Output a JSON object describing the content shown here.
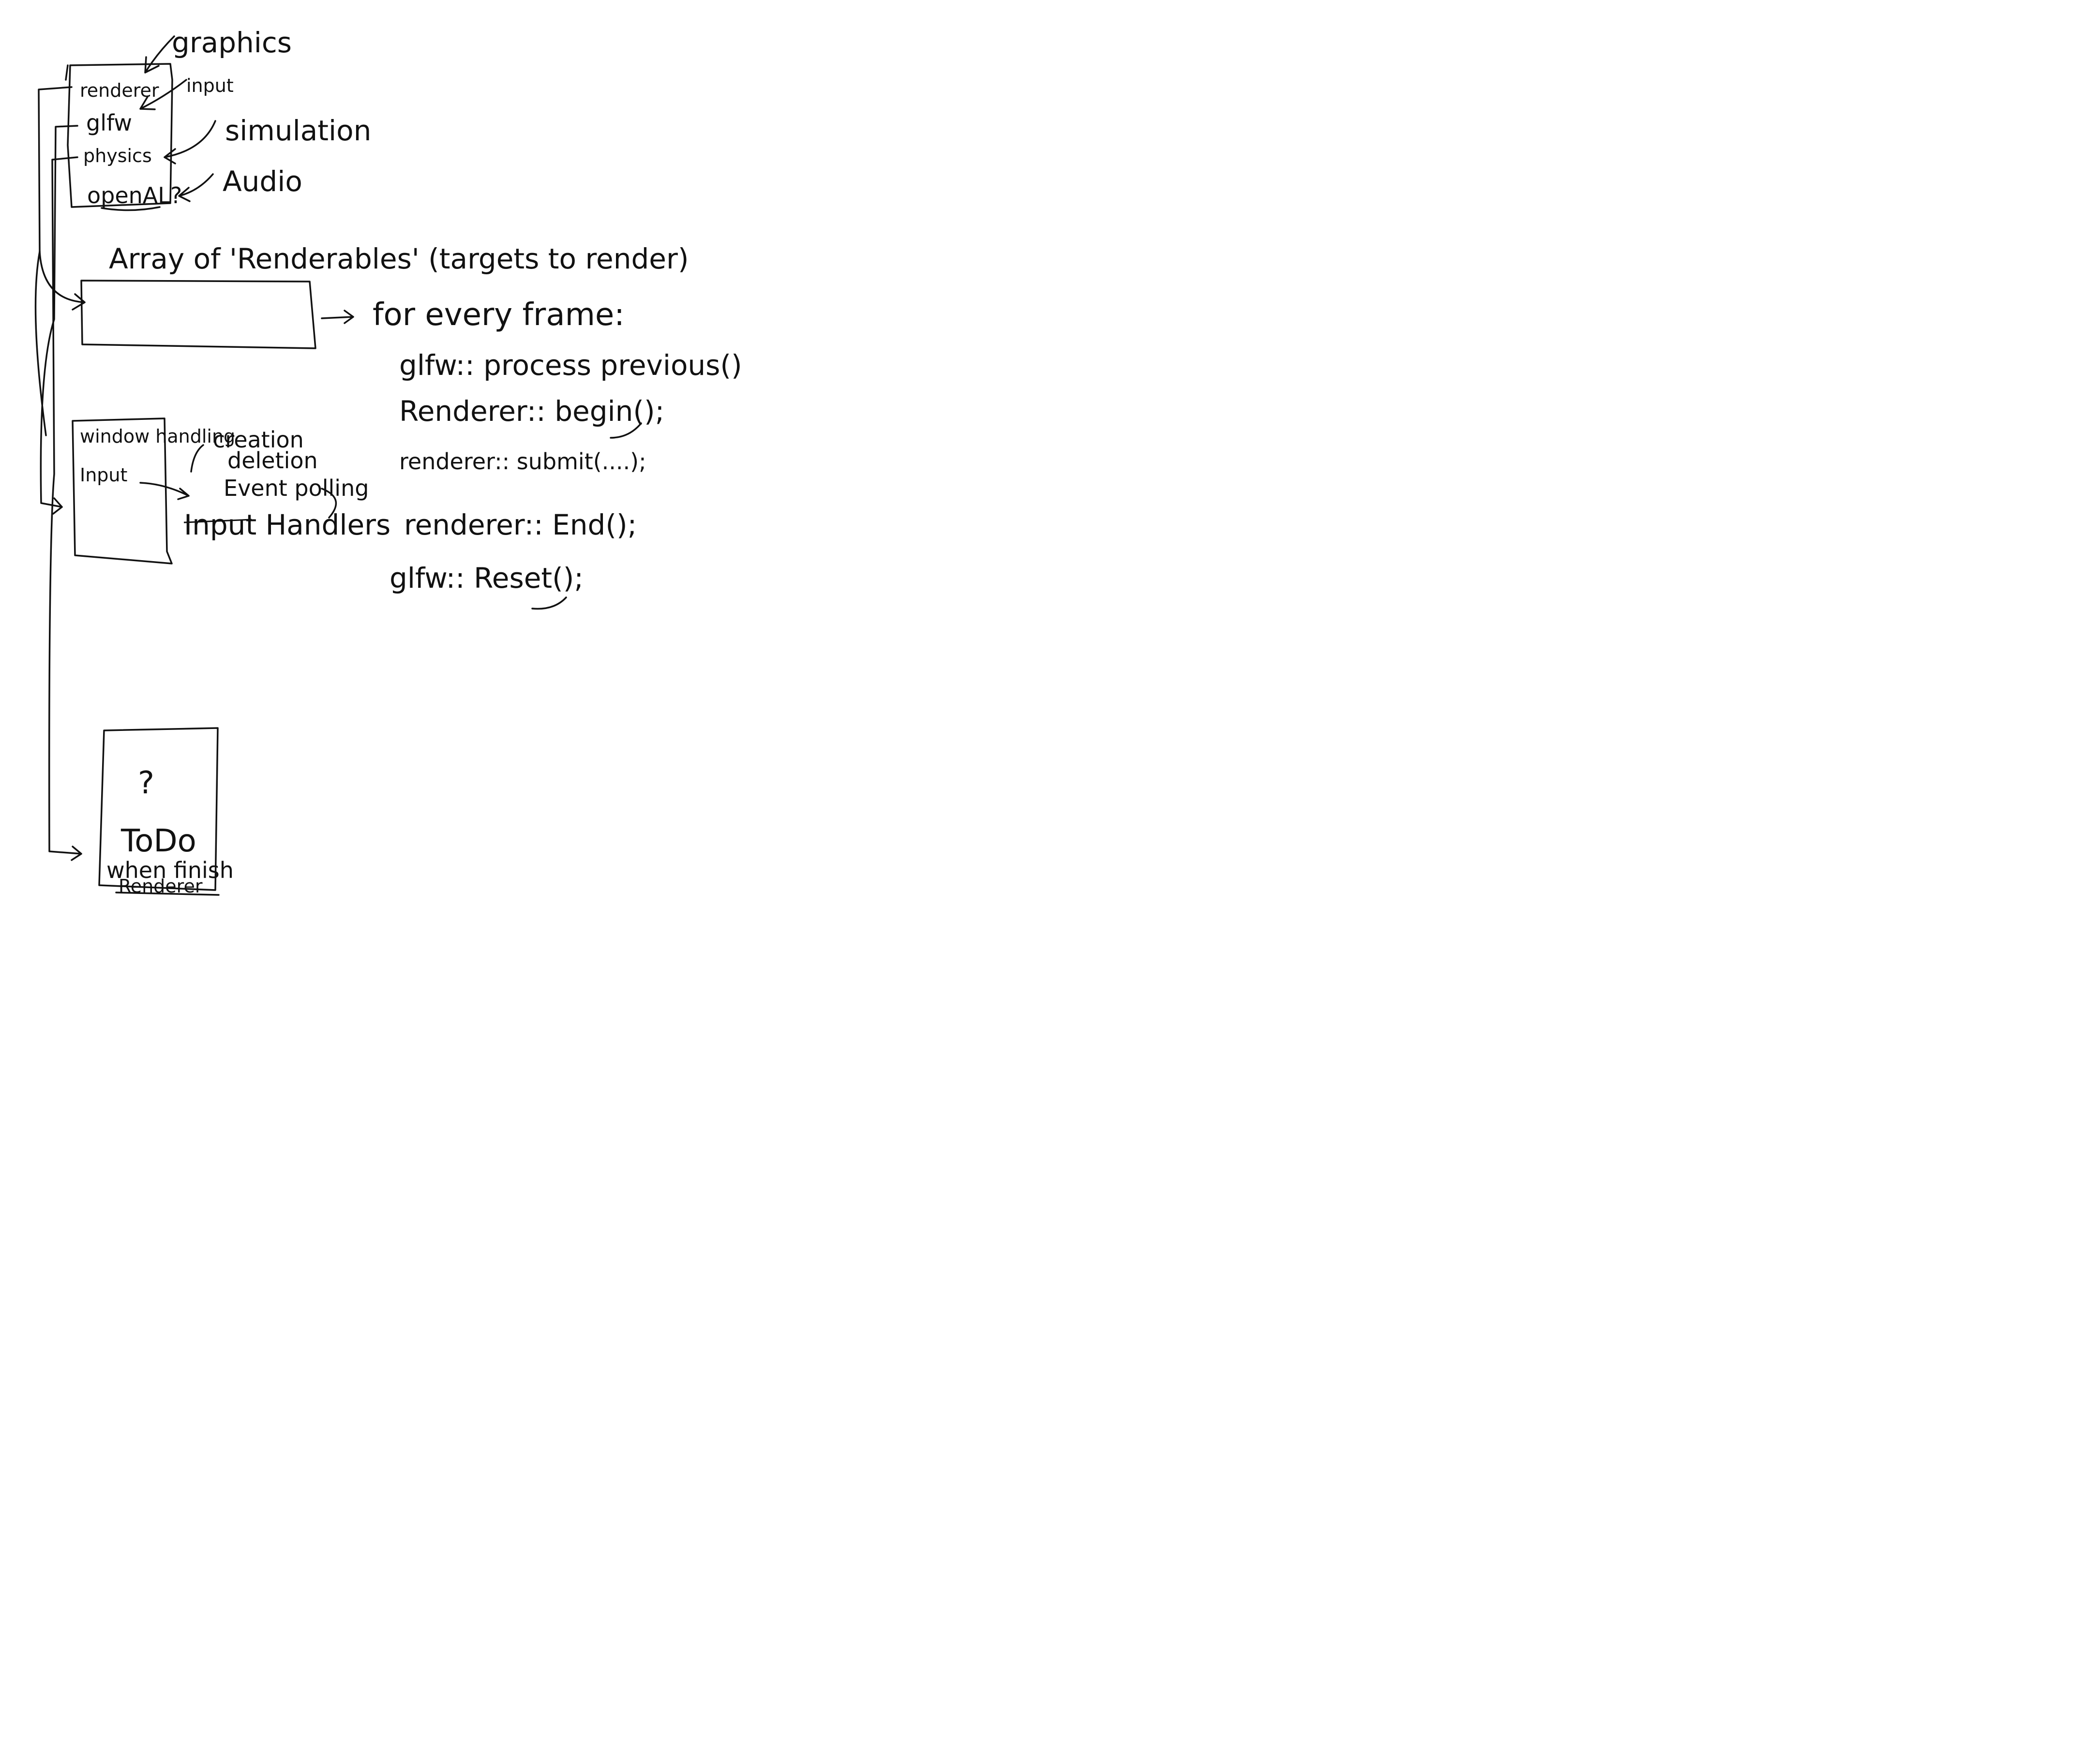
{
  "engine_box": {
    "items": [
      "renderer",
      "glfw",
      "physics",
      "openAL?"
    ],
    "labels": [
      "graphics",
      "input",
      "simulation",
      "Audio"
    ]
  },
  "renderables": {
    "title": "Array of 'Renderables' (targets to render)",
    "arrow_label": "for every frame:",
    "steps": [
      "glfw:: process previous()",
      "Renderer:: begin();",
      "renderer:: submit(....);",
      "renderer:: End();",
      "glfw:: Reset();"
    ]
  },
  "window_box": {
    "items": [
      "window handling",
      "Input"
    ],
    "notes": [
      "creation",
      "deletion",
      "Event polling",
      "Input Handlers"
    ]
  },
  "todo_box": {
    "mark": "?",
    "title": "ToDo",
    "line1": "when finish",
    "line2": "Renderer"
  }
}
